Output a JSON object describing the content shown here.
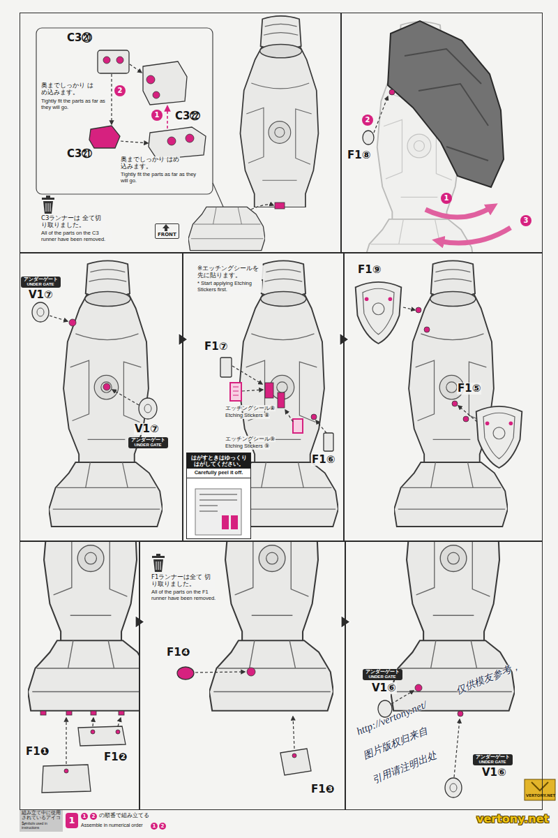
{
  "diagram": {
    "nodes": [
      {
        "text": [
          "C3⑳",
          "奥までしっかり はめ込みます。",
          "Tightly fit the parts as far as they will go.",
          "C3㉑",
          "奥までしっかり はめ込みます。",
          "Tightly fit the parts as far as they will go.",
          "C3㉒",
          "C3ランナーは 全て切り取りました。",
          "All of the parts on the C3 runner have been removed."
        ]
      },
      {
        "text": [
          "FRONT"
        ],
        "in": 0
      },
      {
        "text": [
          "F1⑧"
        ]
      },
      {
        "text": [
          "V1⑦",
          "V1⑦"
        ]
      },
      {
        "text": [
          "アンダーゲート",
          "UNDER GATE"
        ],
        "in": 3
      },
      {
        "text": [
          "アンダーゲート",
          "UNDER GATE"
        ],
        "in": 3
      },
      {
        "text": [
          "※エッチングシールを 先に貼ります。",
          "* Start applying Etching Stickers first.",
          "F1⑦",
          "エッチングシール⑧",
          "Etching Stickers ⑧",
          "エッチングシール⑨",
          "Etching Stickers ⑨",
          "F1⑥"
        ]
      },
      {
        "text": [
          "はがすときはゆっくり はがしてください。",
          "Carefully peel it off."
        ],
        "in": 6
      },
      {
        "text": [
          "F1⑨",
          "F1⑤"
        ]
      },
      {
        "text": [
          "F1❶",
          "F1❷"
        ]
      },
      {
        "text": [
          "F1ランナーは全て 切り取りました。",
          "All of the parts on the F1 runner have been removed.",
          "F1❹",
          "F1❸"
        ]
      },
      {
        "text": [
          "V1⑥",
          "V1⑥"
        ]
      },
      {
        "text": [
          "アンダーゲート",
          "UNDER GATE"
        ],
        "in": 11
      },
      {
        "text": [
          "アンダーゲート",
          "UNDER GATE"
        ],
        "in": 11
      }
    ],
    "edges": [
      {
        "from": 3,
        "to": 6,
        "arrow": "to"
      },
      {
        "from": 6,
        "to": 8,
        "arrow": "to"
      },
      {
        "from": 9,
        "to": 10,
        "arrow": "to"
      },
      {
        "from": 10,
        "to": 11,
        "arrow": "to"
      }
    ],
    "labels": [
      "1",
      "2",
      "1",
      "2",
      "3",
      "http://vertony.net/",
      "仅供模友参考，",
      "图片版权归来自",
      "引用请注明出处",
      "VERTONY.NET",
      "vertony.net",
      "組み立て中に使用 されているアイコン",
      "Symbols used in instructions",
      "1",
      "1",
      "2",
      "の順番で組み立てる",
      "Assemble in numerical order",
      "1",
      "2"
    ]
  }
}
